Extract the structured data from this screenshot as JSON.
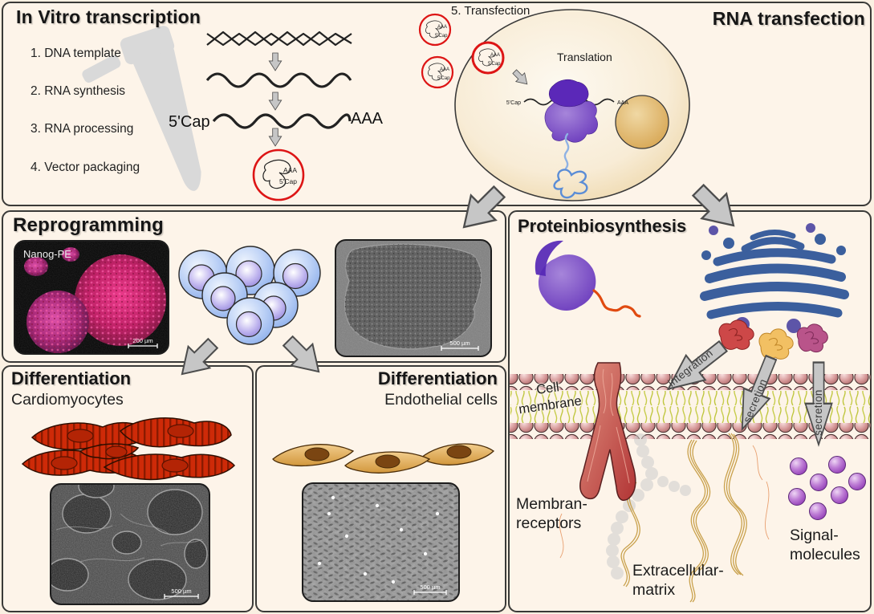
{
  "colors": {
    "canvas_bg": "#faf0e2",
    "panel_bg": "#fdf4e9",
    "panel_border": "#3a3a38",
    "arrow_fill": "#c6c6c6",
    "vector_ring_red": "#dd1515",
    "stem_cell_blue": "#a9c4f2",
    "stem_nucleus_purple": "#a799e4",
    "cardiomyocyte_red": "#ce2a08",
    "endothelial_tan": "#e2b269",
    "golgi_blue": "#3b5f9d",
    "membrane_pink": "#d89c9c",
    "membrane_tail_yellow": "#c6cc4a",
    "receptor_red": "#c24545",
    "ecm_gold": "#c9a14c",
    "signal_purple": "#a857c8",
    "ribosome_purple": "#7a4fc0",
    "fluorescence_magenta": "#e0187a"
  },
  "rna_labels": {
    "cap": "5'Cap",
    "polya": "AAA"
  },
  "invitro": {
    "title": "In Vitro transcription",
    "steps": [
      "1. DNA template",
      "2. RNA synthesis",
      "3. RNA processing",
      "4. Vector packaging"
    ]
  },
  "transfection": {
    "step_label": "5. Transfection",
    "title": "RNA transfection",
    "translation_label": "Translation"
  },
  "reprogramming": {
    "title": "Reprogramming",
    "fluorescence_label": "Nanog-PE",
    "fluorescence_scale": "200 µm",
    "phase_scale": "500 µm"
  },
  "cardiomyocytes": {
    "title": "Differentiation",
    "subtitle": "Cardiomyocytes",
    "scale": "500 µm"
  },
  "endothelial": {
    "title": "Differentiation",
    "subtitle": "Endothelial cells",
    "scale": "500 µm"
  },
  "proteinbiosynthesis": {
    "title": "Proteinbiosynthesis",
    "cell_membrane_label": "Cell\nmembrane",
    "integration_label": "integration",
    "secretion_label": "secretion",
    "membrane_receptors_label": "Membran-\nreceptors",
    "extracellular_matrix_label": "Extracellular-\nmatrix",
    "signal_molecules_label": "Signal-\nmolecules"
  }
}
